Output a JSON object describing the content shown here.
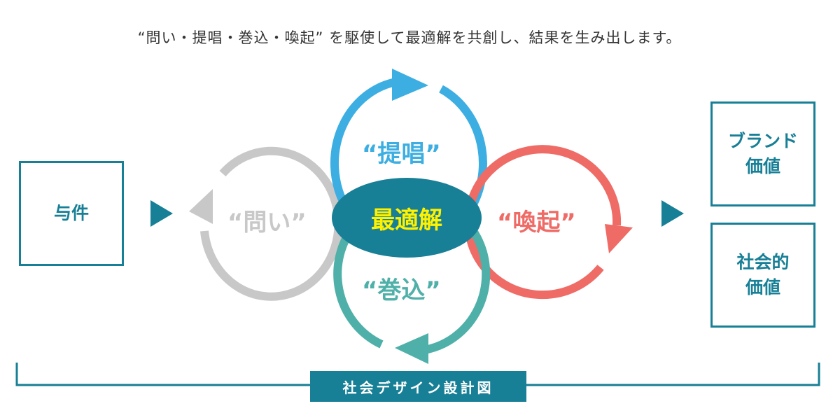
{
  "headline": "“問い・提唱・巻込・喚起” を駆使して最適解を共創し、結果を生み出します。",
  "input_box": "与件",
  "cycles": {
    "toi": "“問い”",
    "teisho": "“提唱”",
    "kanki": "“喚起”",
    "makikomi": "“巻込”"
  },
  "center": "最適解",
  "outputs": [
    {
      "line1": "ブランド",
      "line2": "価値"
    },
    {
      "line1": "社会的",
      "line2": "価値"
    }
  ],
  "footer_label": "社会デザイン設計図",
  "colors": {
    "primary": "#177f96",
    "toi": "#c8c8c8",
    "teisho": "#3caee2",
    "kanki": "#ee6b66",
    "makikomi": "#4eb0a8",
    "center_text": "#fff200"
  }
}
